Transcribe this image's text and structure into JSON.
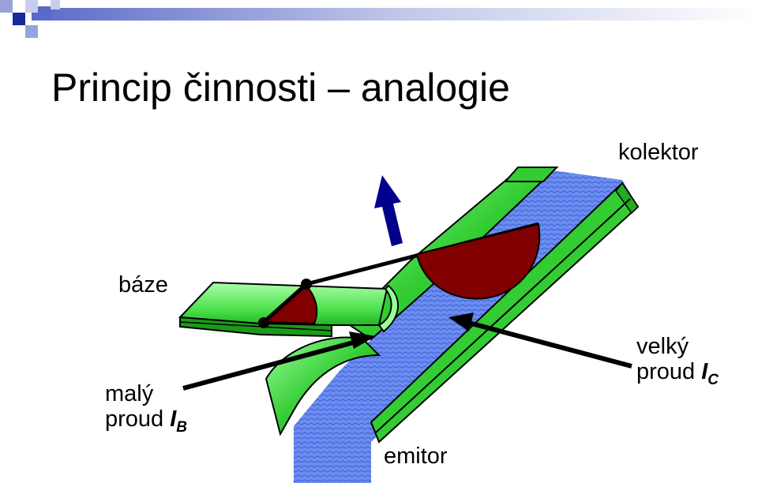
{
  "slide": {
    "title": "Princip činnosti – analogie"
  },
  "labels": {
    "kolektor": "kolektor",
    "baze": "báze",
    "small_current_line1": "malý",
    "small_current_line2": "proud",
    "small_current_symbol": "I",
    "small_current_subscript": "B",
    "large_current_line1": "velký",
    "large_current_line2": "proud",
    "large_current_symbol": "I",
    "large_current_subscript": "C",
    "emitor": "emitor"
  },
  "colors": {
    "pipe_green": "#33cc33",
    "pipe_light": "#99ff99",
    "pipe_dark": "#0a7a0a",
    "water_blue": "#6b8cf0",
    "valve_red": "#800000",
    "arrow_blue": "#00008b",
    "deco_blue": "#1a2a9a"
  }
}
